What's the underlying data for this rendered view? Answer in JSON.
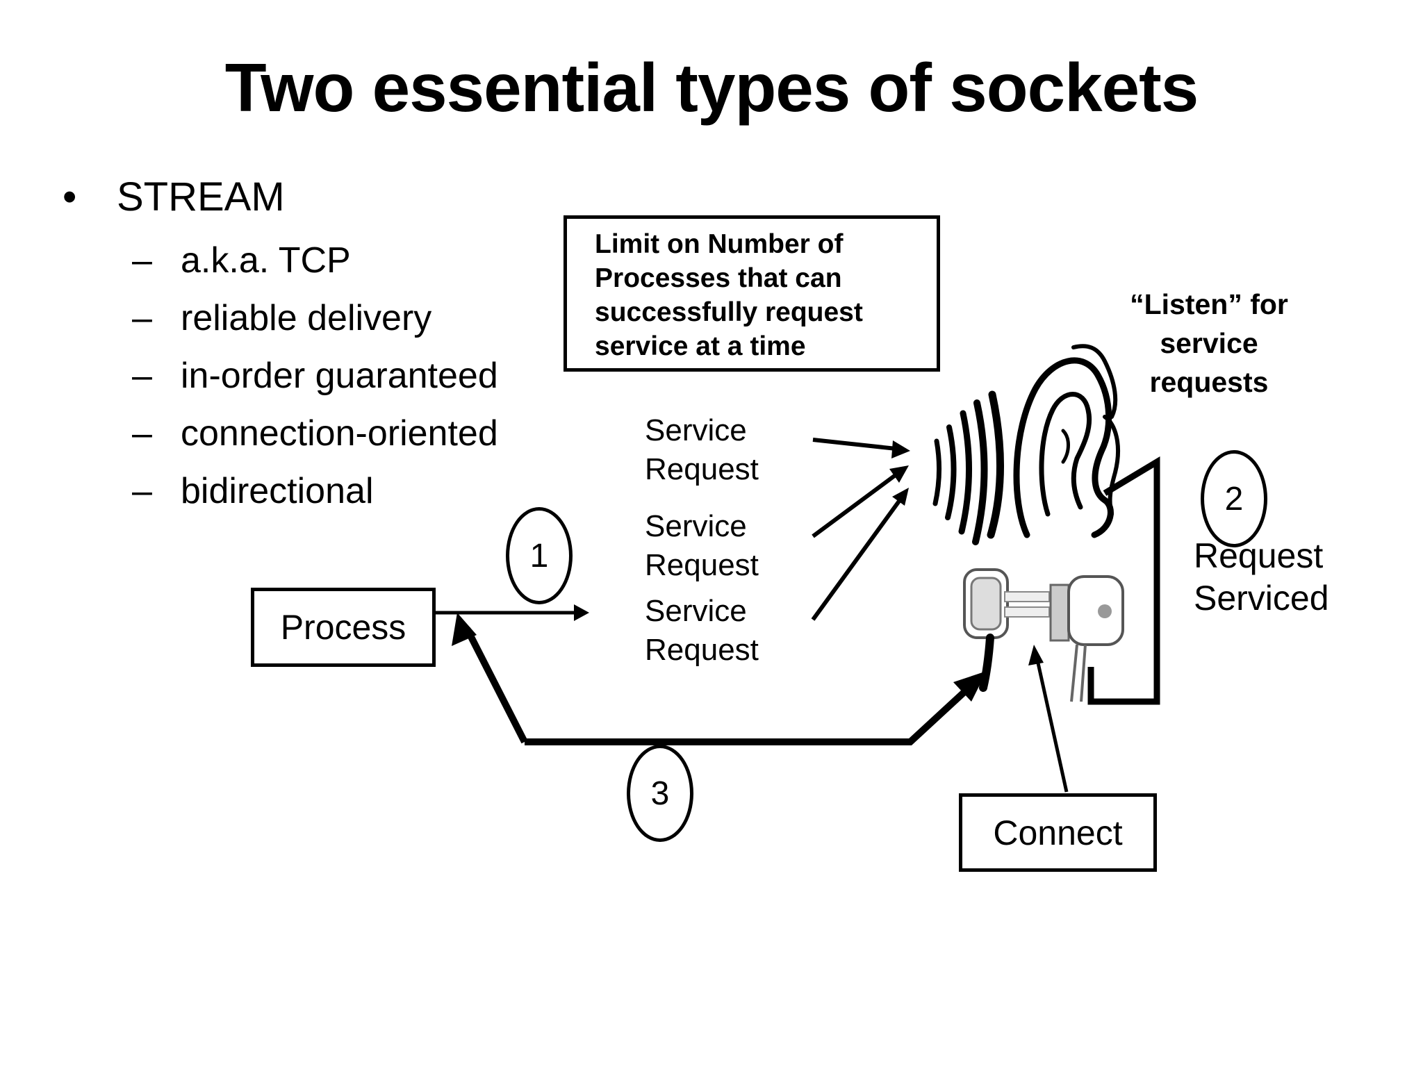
{
  "title": "Two essential types of sockets",
  "bullet": {
    "symbol": "•",
    "label": "STREAM",
    "sub_dash": "–",
    "items": [
      "a.k.a. TCP",
      "reliable delivery",
      "in-order guaranteed",
      "connection-oriented",
      "bidirectional"
    ]
  },
  "diagram": {
    "limit_box": [
      "Limit on Number of",
      "Processes that can",
      "successfully request",
      "service at a time"
    ],
    "listen_label": [
      "“Listen” for",
      "service",
      "requests"
    ],
    "service_requests": [
      [
        "Service",
        "Request"
      ],
      [
        "Service",
        "Request"
      ],
      [
        "Service",
        "Request"
      ]
    ],
    "process_label": "Process",
    "connect_label": "Connect",
    "serviced_label": [
      "Request",
      "Serviced"
    ],
    "step_numbers": [
      "1",
      "2",
      "3"
    ],
    "icons": [
      "ear-icon",
      "sound-waves-icon",
      "plug-connector-icon"
    ]
  }
}
